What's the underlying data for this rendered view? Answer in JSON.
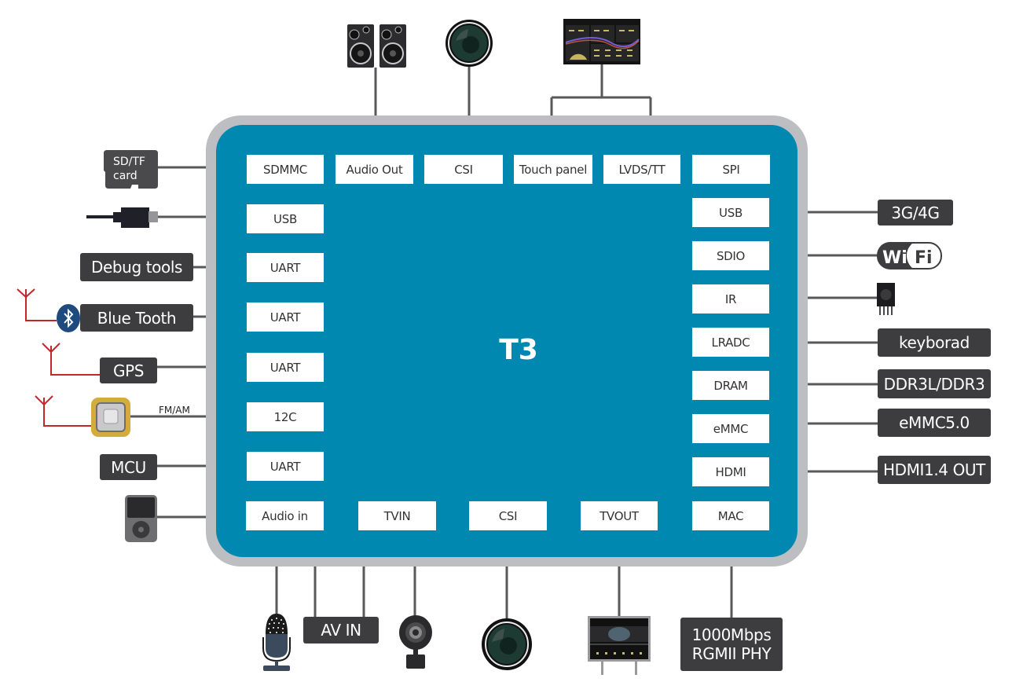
{
  "chip": {
    "title": "T3",
    "colors": {
      "body": "#0088b1",
      "rim": "#bdbec2",
      "line": "#58595b",
      "antenna": "#c5262c",
      "device_box": "#3d3d3f"
    }
  },
  "ports": {
    "top": [
      "SDMMC",
      "Audio Out",
      "CSI",
      "Touch panel",
      "LVDS/TT",
      "SPI"
    ],
    "left": [
      "USB",
      "UART",
      "UART",
      "UART",
      "12C",
      "UART"
    ],
    "bottom": [
      "Audio in",
      "TVIN",
      "CSI",
      "TVOUT",
      "MAC"
    ],
    "right": [
      "USB",
      "SDIO",
      "IR",
      "LRADC",
      "DRAM",
      "eMMC",
      "HDMI"
    ]
  },
  "devices": {
    "left": {
      "sd_card": "SD/TF\ncard",
      "sd_card_line1": "SD/TF",
      "sd_card_line2": "card",
      "debug_tools": "Debug tools",
      "blue_tooth": "Blue Tooth",
      "gps": "GPS",
      "fm_am_label": "FM/AM",
      "mcu": "MCU"
    },
    "right": {
      "modem": "3G/4G",
      "wifi_left": "Wi",
      "wifi_right": "Fi",
      "keyboard": "keyborad",
      "dram": "DDR3L/DDR3",
      "emmc": "eMMC5.0",
      "hdmi": "HDMI1.4 OUT"
    },
    "bottom": {
      "av_in": "AV IN",
      "phy_line1": "1000Mbps",
      "phy_line2": "RGMII PHY"
    },
    "icons": {
      "top": [
        "speakers-icon",
        "camera-lens-icon",
        "touch-display-icon"
      ],
      "left": [
        "sd-card-icon",
        "usb-cable-icon",
        "bluetooth-icon",
        "antenna-icon",
        "fm-radio-module-icon",
        "media-player-icon"
      ],
      "right": [
        "wifi-icon",
        "ir-receiver-icon"
      ],
      "bottom": [
        "microphone-icon",
        "webcam-icon",
        "camera-lens-icon",
        "tv-monitor-icon"
      ]
    }
  }
}
